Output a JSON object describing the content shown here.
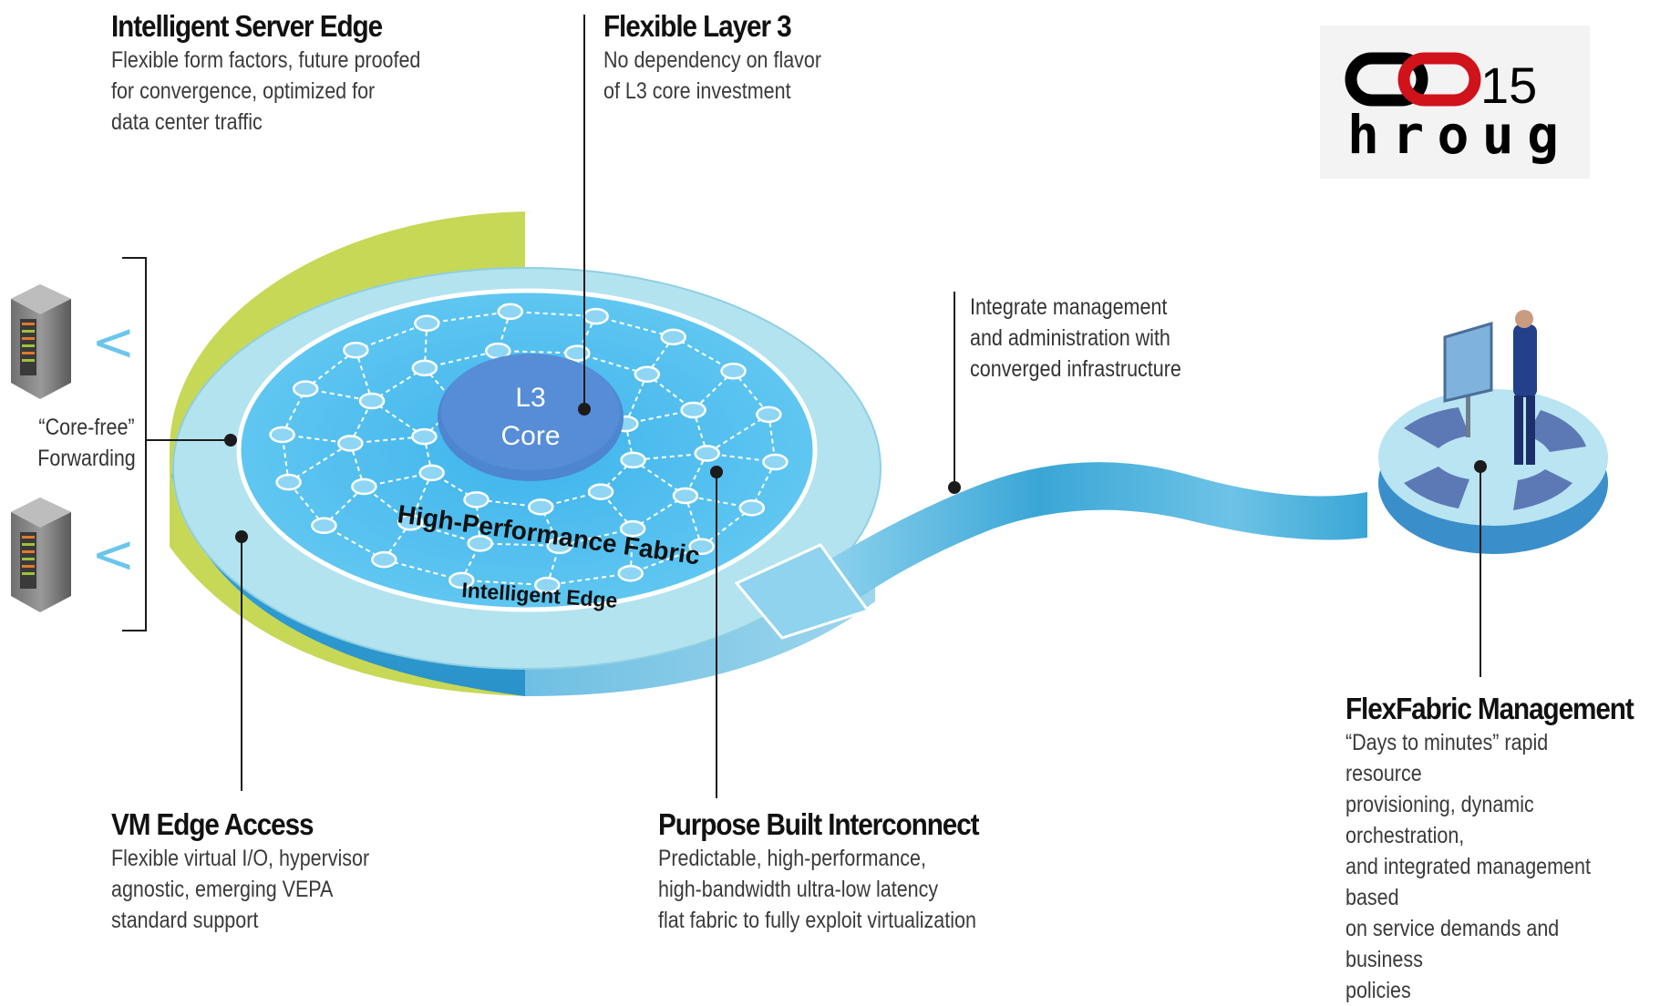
{
  "callouts": {
    "server_edge": {
      "title": "Intelligent Server Edge",
      "desc": "Flexible form factors, future proofed\nfor convergence, optimized for\ndata center traffic"
    },
    "layer3": {
      "title": "Flexible Layer 3",
      "desc": "No dependency on flavor\nof L3 core investment"
    },
    "integrate": {
      "desc": "Integrate management\nand administration with\nconverged infrastructure"
    },
    "core_free": {
      "desc": "“Core-free”\nForwarding"
    },
    "vm_edge": {
      "title": "VM Edge Access",
      "desc": "Flexible virtual I/O, hypervisor\nagnostic, emerging VEPA\nstandard support"
    },
    "interconnect": {
      "title": "Purpose Built Interconnect",
      "desc": "Predictable, high-performance,\nhigh-bandwidth ultra-low latency\nflat fabric to fully exploit virtualization"
    },
    "flexfabric": {
      "title": "FlexFabric Management",
      "desc": "“Days to minutes” rapid resource\nprovisioning, dynamic orchestration,\nand integrated management based\non service demands and business\npolicies"
    }
  },
  "diagram": {
    "core_line1": "L3",
    "core_line2": "Core",
    "fabric_label": "High-Performance Fabric",
    "edge_label": "Intelligent Edge",
    "server_arrow": "<"
  },
  "logo": {
    "year": "15",
    "text": "hroug"
  },
  "colors": {
    "fabric_blue": "#5cc8f0",
    "ring_light": "#aee2ee",
    "edge_green": "#c7d857",
    "core_blue": "#4d85d0",
    "ribbon_blue": "#3aa6d6",
    "logo_red": "#d0121b"
  }
}
